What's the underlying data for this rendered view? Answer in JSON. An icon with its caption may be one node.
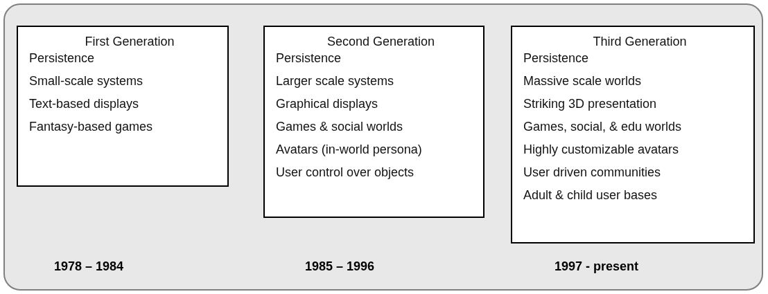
{
  "diagram": {
    "nodes": [
      {
        "text": [
          "First Generation",
          "Persistence",
          "Small-scale systems",
          "Text-based displays",
          "Fantasy-based games"
        ]
      },
      {
        "text": [
          "Second Generation",
          "Persistence",
          "Larger scale systems",
          "Graphical displays",
          "Games & social worlds",
          "Avatars (in-world persona)",
          "User control over objects"
        ]
      },
      {
        "text": [
          "Third Generation",
          "Persistence",
          "Massive scale worlds",
          "Striking 3D presentation",
          "Games, social, & edu worlds",
          "Highly customizable avatars",
          "User driven communities",
          "Adult & child user bases"
        ]
      }
    ],
    "labels": [
      "1978 – 1984",
      "1985 – 1996",
      "1997 - present"
    ]
  }
}
